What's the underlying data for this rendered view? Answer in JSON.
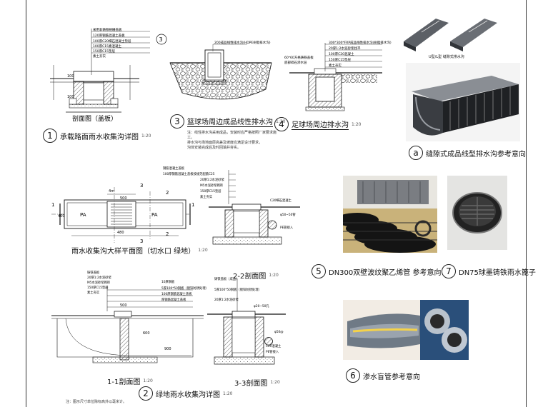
{
  "detail1": {
    "num": "1",
    "title": "承载路面雨水收集沟详图",
    "scale": "1:20",
    "sub_title": "剖面图（盖板）",
    "tag": "3",
    "layers": [
      "采用非铸铁格栅盖板",
      "120厚钢筋混凝土盖板",
      "100厚C20细石混凝土垫层",
      "100厚C15素混凝土",
      "150厚C15垫层",
      "素土夯实"
    ],
    "dims": [
      "100",
      "100"
    ]
  },
  "detail3": {
    "num": "3",
    "title": "篮球场周边成品线性排水沟",
    "scale": "1:20",
    "layers": [
      "200成品线性排水沟(HDPE树脂排水沟)"
    ],
    "notes": [
      "注：线性排水沟采用成品，安装时应严格按照厂家要求施工。",
      "排水沟与场地面层高差及坡度应满足设计要求，",
      "沟体安装完成后及时回填并夯实。"
    ]
  },
  "detail4": {
    "num": "4",
    "title": "足球场周边排水沟",
    "scale": "1:20",
    "layers": [
      "300*300*FRP成品线性排水沟(树脂排水沟)",
      "20厚1:2水泥砂浆找平",
      "100厚C20混凝土",
      "150厚C15垫层",
      "素土夯实"
    ],
    "left_labels": [
      "60*60方格铸铁盖板",
      "底部碎石渗水层"
    ]
  },
  "detailA": {
    "num": "a",
    "title": "缝隙式成品线型排水沟参考意向",
    "label": "U型/L型 缝隙式排水沟"
  },
  "plan": {
    "title": "雨水收集沟大样平面图（切水口 绿地）",
    "scale": "1:20",
    "labels": [
      "3",
      "3",
      "2",
      "2",
      "1",
      "1",
      "PA",
      "PA"
    ],
    "dims": [
      "500",
      "480",
      "400",
      "4m"
    ]
  },
  "section22": {
    "title": "2-2剖面图",
    "scale": "1:20",
    "layers": [
      "钢筋混凝土盖板",
      "100厚钢筋混凝土盖板按规范配筋C25",
      "20厚1:2水泥砂浆",
      "M5水泥砂浆砌砖",
      "150厚C15垫层",
      "素土夯实"
    ],
    "right_labels": [
      "C20细石混凝土",
      "φ50~50管",
      "PE管接入"
    ]
  },
  "detail2": {
    "num": "2",
    "title": "绿地雨水收集沟详图",
    "scale": "1:20",
    "layers": [
      "铸铁盖板",
      "20厚1:2水泥砂浆",
      "M5水泥砂浆砌砖",
      "150厚C15垫层",
      "素土夯实"
    ],
    "plan_labels": [
      "10厚钢板",
      "5厚100*50钢板（镀锌防锈处理）",
      "100厚钢筋混凝土盖板",
      "厚钢筋混凝土盖板",
      "500",
      "600",
      "900"
    ],
    "note": "注：图示尺寸单位除标高外以毫米计。"
  },
  "section11": {
    "title": "1-1剖面图",
    "scale": "1:20"
  },
  "section33": {
    "title": "3-3剖面图",
    "scale": "1:20",
    "labels": [
      "铸铁盖板（成品）",
      "5厚100*50钢板（镀锌防锈处理）",
      "20厚1:2水泥砂浆",
      "φ20~50孔",
      "φ50@",
      "C20混凝土",
      "PE管接入"
    ]
  },
  "photo5": {
    "num": "5",
    "title": "DN300双壁波纹聚乙烯管 参考意向"
  },
  "photo7": {
    "num": "7",
    "title": "DN75球墨铸铁雨水篦子"
  },
  "photo6": {
    "num": "6",
    "title": "渗水盲管参考意向"
  },
  "colors": {
    "ink": "#111111",
    "hatch": "#555555",
    "concrete": "#d9d9d9"
  }
}
